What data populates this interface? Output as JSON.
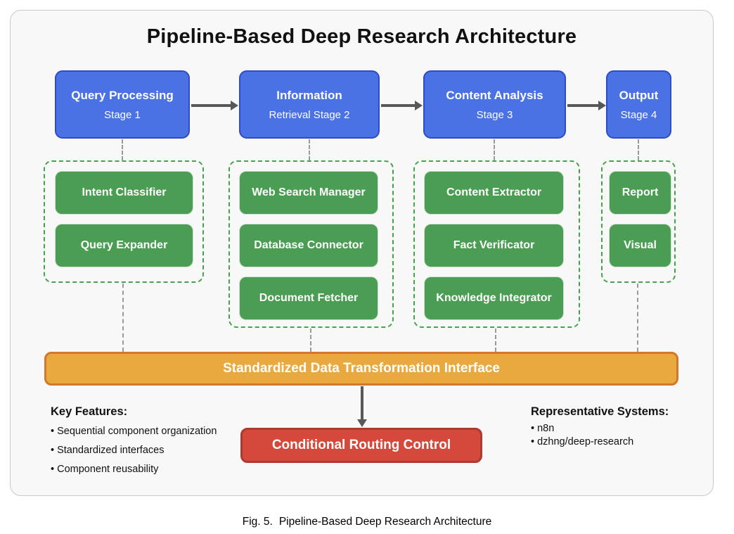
{
  "title": "Pipeline-Based Deep Research Architecture",
  "stages": [
    {
      "title": "Query Processing",
      "subtitle": "Stage 1",
      "components": [
        "Intent Classifier",
        "Query Expander"
      ]
    },
    {
      "title": "Information",
      "subtitle": "Retrieval Stage 2",
      "components": [
        "Web Search Manager",
        "Database Connector",
        "Document Fetcher"
      ]
    },
    {
      "title": "Content Analysis",
      "subtitle": "Stage 3",
      "components": [
        "Content Extractor",
        "Fact Verificator",
        "Knowledge Integrator"
      ]
    },
    {
      "title": "Output",
      "subtitle": "Stage 4",
      "components": [
        "Report",
        "Visual"
      ]
    }
  ],
  "interface_bar_label": "Standardized Data Transformation Interface",
  "routing_box_label": "Conditional Routing Control",
  "key_features": {
    "heading": "Key Features:",
    "items": [
      "• Sequential component organization",
      "• Standardized interfaces",
      "• Component reusability"
    ]
  },
  "representative_systems": {
    "heading": "Representative Systems:",
    "items": [
      "• n8n",
      "• dzhng/deep-research"
    ]
  },
  "caption": {
    "label": "Fig. 5.",
    "text": "Pipeline-Based Deep Research Architecture"
  },
  "colors": {
    "stage_fill": "#4a72e4",
    "stage_border": "#2e4cc3",
    "component_fill": "#4a9d52",
    "group_border": "#46a24c",
    "interface_fill": "#e9a93f",
    "interface_border": "#d2772b",
    "routing_fill": "#d5493c",
    "routing_border": "#ad3a2f",
    "connector_gray": "#58585a",
    "frame_fill": "#f8f8f9"
  }
}
